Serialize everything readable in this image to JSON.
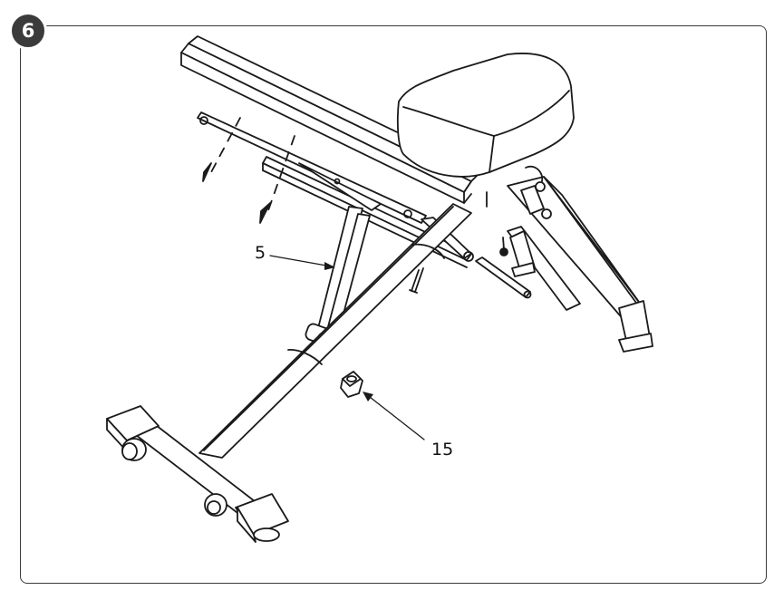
{
  "step": {
    "number": "6"
  },
  "callouts": [
    {
      "id": "5"
    },
    {
      "id": "15"
    }
  ],
  "colors": {
    "line": "#1a1a1a",
    "badge": "#3b3b3b",
    "frame": "#3a3a3a"
  }
}
